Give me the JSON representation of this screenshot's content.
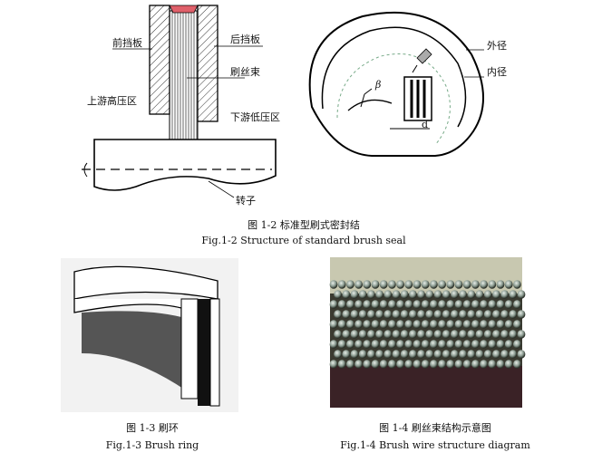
{
  "figure_1_2": {
    "labels": {
      "front_plate": "前挡板",
      "back_plate": "后挡板",
      "bristle_pack": "刷丝束",
      "upstream_high_pressure": "上游高压区",
      "downstream_low_pressure": "下游低压区",
      "rotor": "转子",
      "outer_diameter": "外径",
      "inner_diameter": "内径",
      "beta": "β",
      "d": "d"
    },
    "caption_cn": "图 1-2  标准型刷式密封结",
    "caption_en": "Fig.1-2 Structure of standard brush seal"
  },
  "figure_1_3": {
    "caption_cn": "图 1-3  刷环",
    "caption_en": "Fig.1-3 Brush ring"
  },
  "figure_1_4": {
    "caption_cn": "图 1-4  刷丝束结构示意图",
    "caption_en": "Fig.1-4 Brush wire structure diagram"
  }
}
